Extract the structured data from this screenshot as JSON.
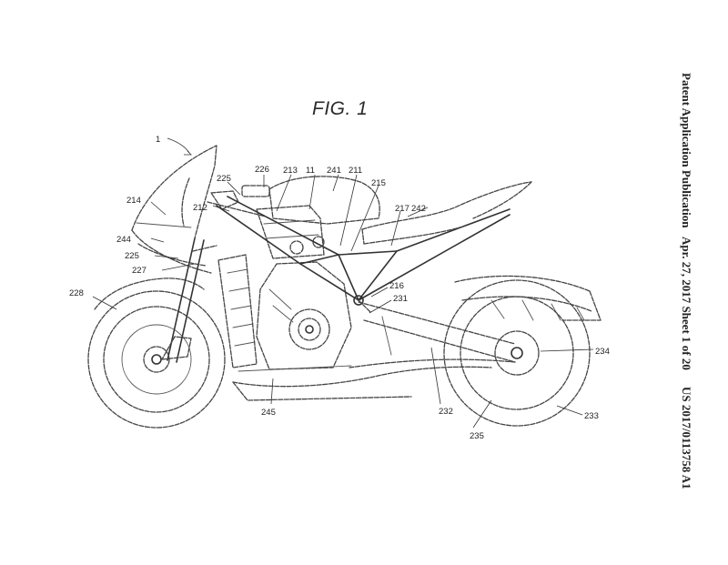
{
  "figure": {
    "title": "FIG. 1"
  },
  "header": {
    "publication": "Patent Application Publication",
    "date_sheet": "Apr. 27, 2017  Sheet 1 of 20",
    "number": "US 2017/0113758 A1"
  },
  "reference_numerals": {
    "r1": "1",
    "r11": "11",
    "r211": "211",
    "r212": "212",
    "r213": "213",
    "r214": "214",
    "r215": "215",
    "r216": "216",
    "r217": "217",
    "r225a": "225",
    "r225b": "225",
    "r226": "226",
    "r227": "227",
    "r228": "228",
    "r231": "231",
    "r232": "232",
    "r233": "233",
    "r234": "234",
    "r235": "235",
    "r241": "241",
    "r242": "242",
    "r244": "244",
    "r245": "245"
  }
}
